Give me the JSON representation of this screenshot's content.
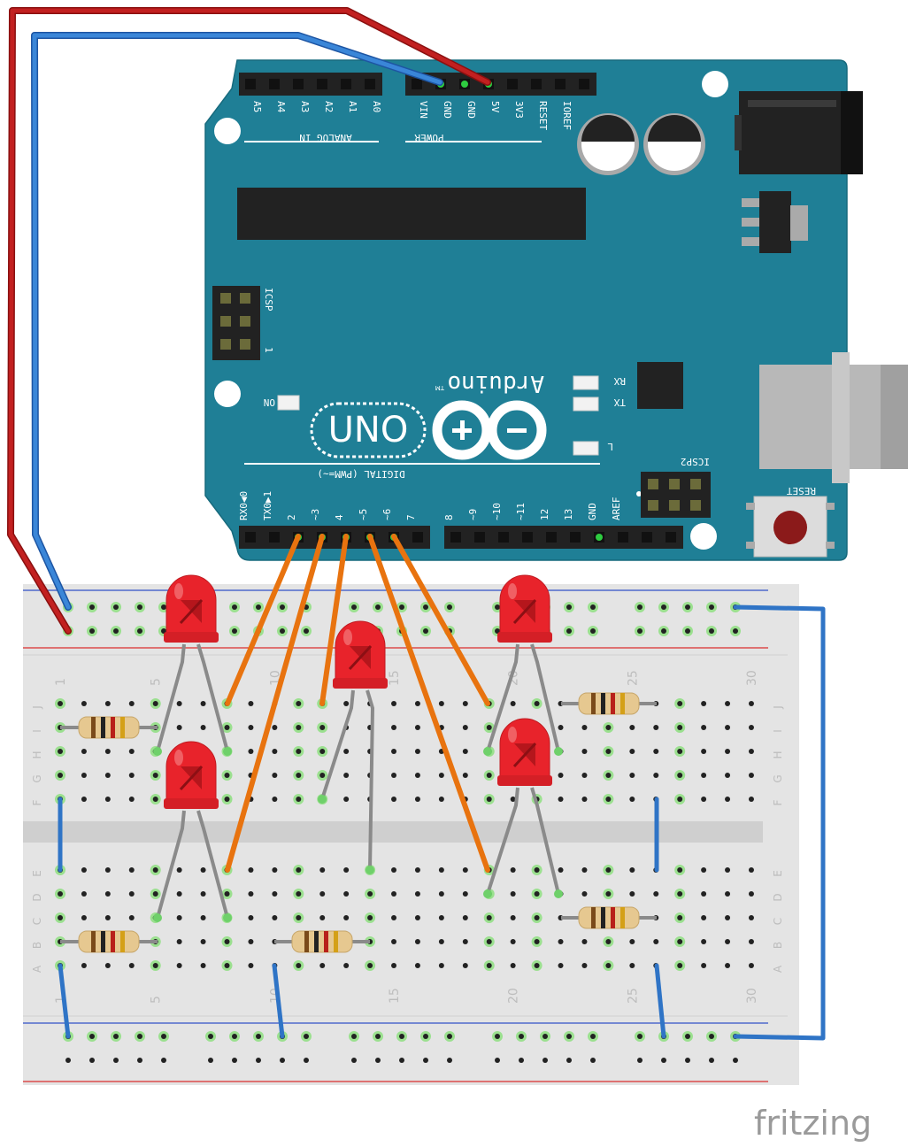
{
  "arduino": {
    "analog_header": {
      "title": "ANALOG IN",
      "pins": [
        "A5",
        "A4",
        "A3",
        "A2",
        "A1",
        "A0"
      ]
    },
    "power_header": {
      "title": "POWER",
      "pins": [
        "VIN",
        "GND",
        "GND",
        "5V",
        "3V3",
        "RESET",
        "IOREF"
      ]
    },
    "icsp1": {
      "label": "ICSP",
      "pin1": "1"
    },
    "icsp2": {
      "label": "ICSP2"
    },
    "logo_text": "Arduino",
    "tm": "TM",
    "uno": "UNO",
    "on_label": "ON",
    "rx_label": "RX",
    "tx_label": "TX",
    "l_label": "L",
    "reset_label": "RESET",
    "digital_title": "DIGITAL (PWM=~)",
    "digital_pins": [
      "RX0◀0",
      "TX0▶1",
      "2",
      "~3",
      "4",
      "~5",
      "~6",
      "7",
      "8",
      "~9",
      "~10",
      "~11",
      "12",
      "13",
      "GND",
      "AREF"
    ]
  },
  "breadboard": {
    "column_numbers": [
      "1",
      "5",
      "10",
      "15",
      "20",
      "25",
      "30"
    ],
    "rows_top": [
      "J",
      "I",
      "H",
      "G",
      "F"
    ],
    "rows_bottom": [
      "E",
      "D",
      "C",
      "B",
      "A"
    ]
  },
  "brand": "fritzing",
  "colors": {
    "board": "#1f7f96",
    "wire_red": "#b81a1a",
    "wire_blue": "#2f74c6",
    "wire_orange": "#e8730f",
    "led_red": "#e8232b",
    "breadboard": "#e4e4e4",
    "rail_red": "#d92d2d",
    "rail_blue": "#3250c8"
  }
}
